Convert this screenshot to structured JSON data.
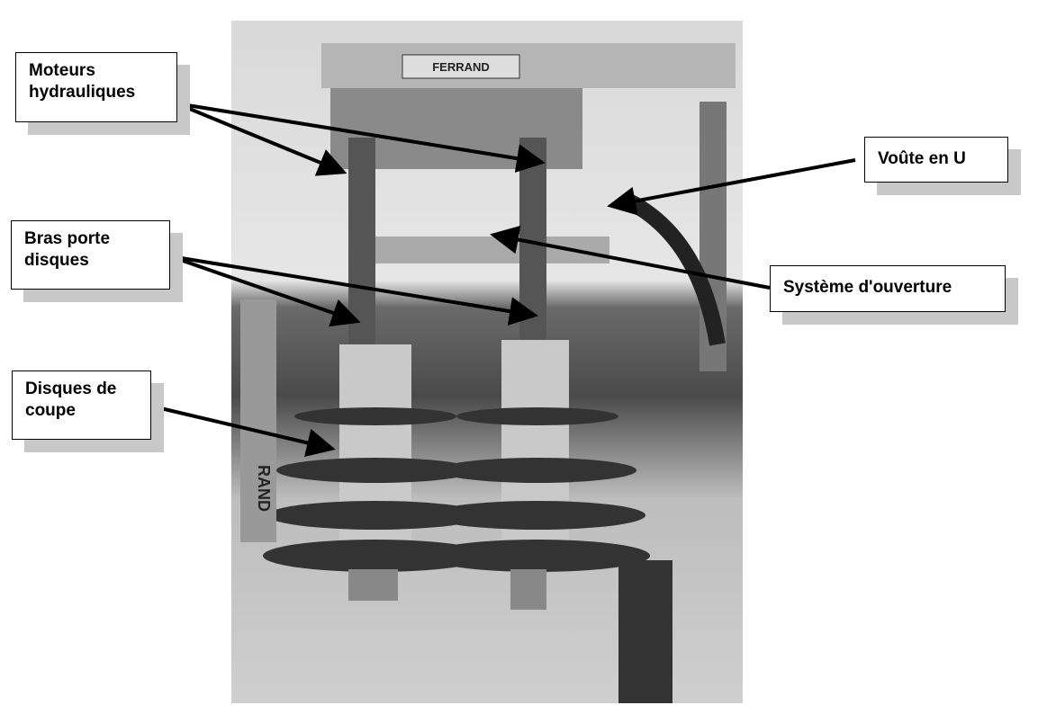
{
  "labels": {
    "moteurs": "Moteurs hydrauliques",
    "voute": "Voûte en U",
    "bras": "Bras porte disques",
    "systeme": "Système d'ouverture",
    "disques": "Disques de coupe"
  },
  "photo": {
    "brand": "FERRAND",
    "panel_text": "RAND"
  }
}
